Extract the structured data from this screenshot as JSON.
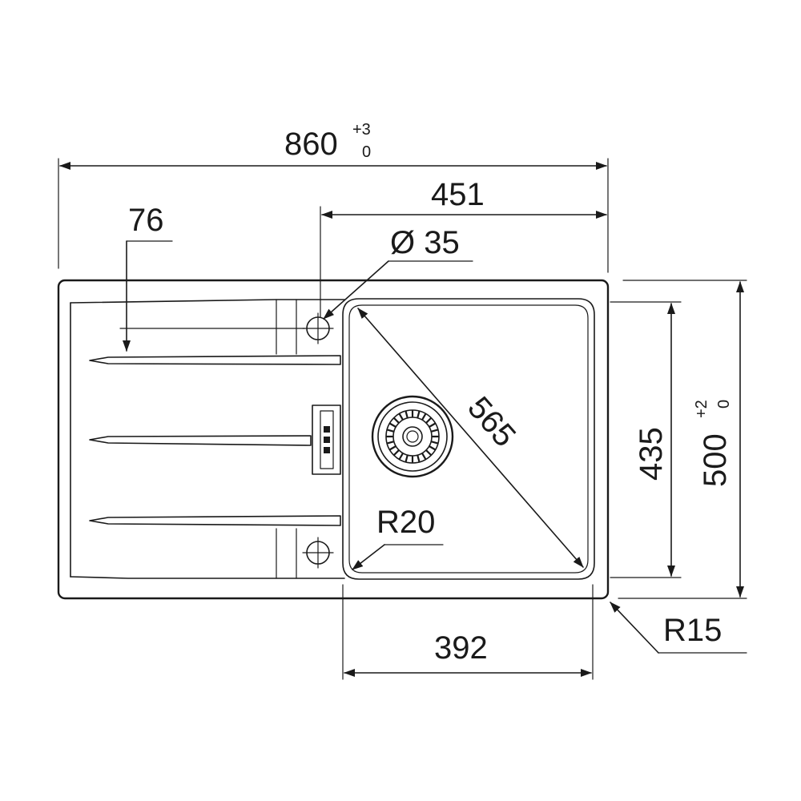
{
  "dimensions": {
    "overall_width": {
      "value": "860",
      "tol_plus": "+3",
      "tol_minus": "0"
    },
    "bowl_to_edge": {
      "value": "451"
    },
    "tap_hole_offset": {
      "value": "76"
    },
    "tap_hole_diameter": {
      "value": "Ø 35"
    },
    "bowl_diagonal": {
      "value": "565"
    },
    "bowl_height": {
      "value": "435"
    },
    "overall_depth": {
      "value": "500",
      "tol_plus": "+2",
      "tol_minus": "0"
    },
    "inner_radius": {
      "value": "R20"
    },
    "bowl_width": {
      "value": "392"
    },
    "corner_radius": {
      "value": "R15"
    }
  }
}
